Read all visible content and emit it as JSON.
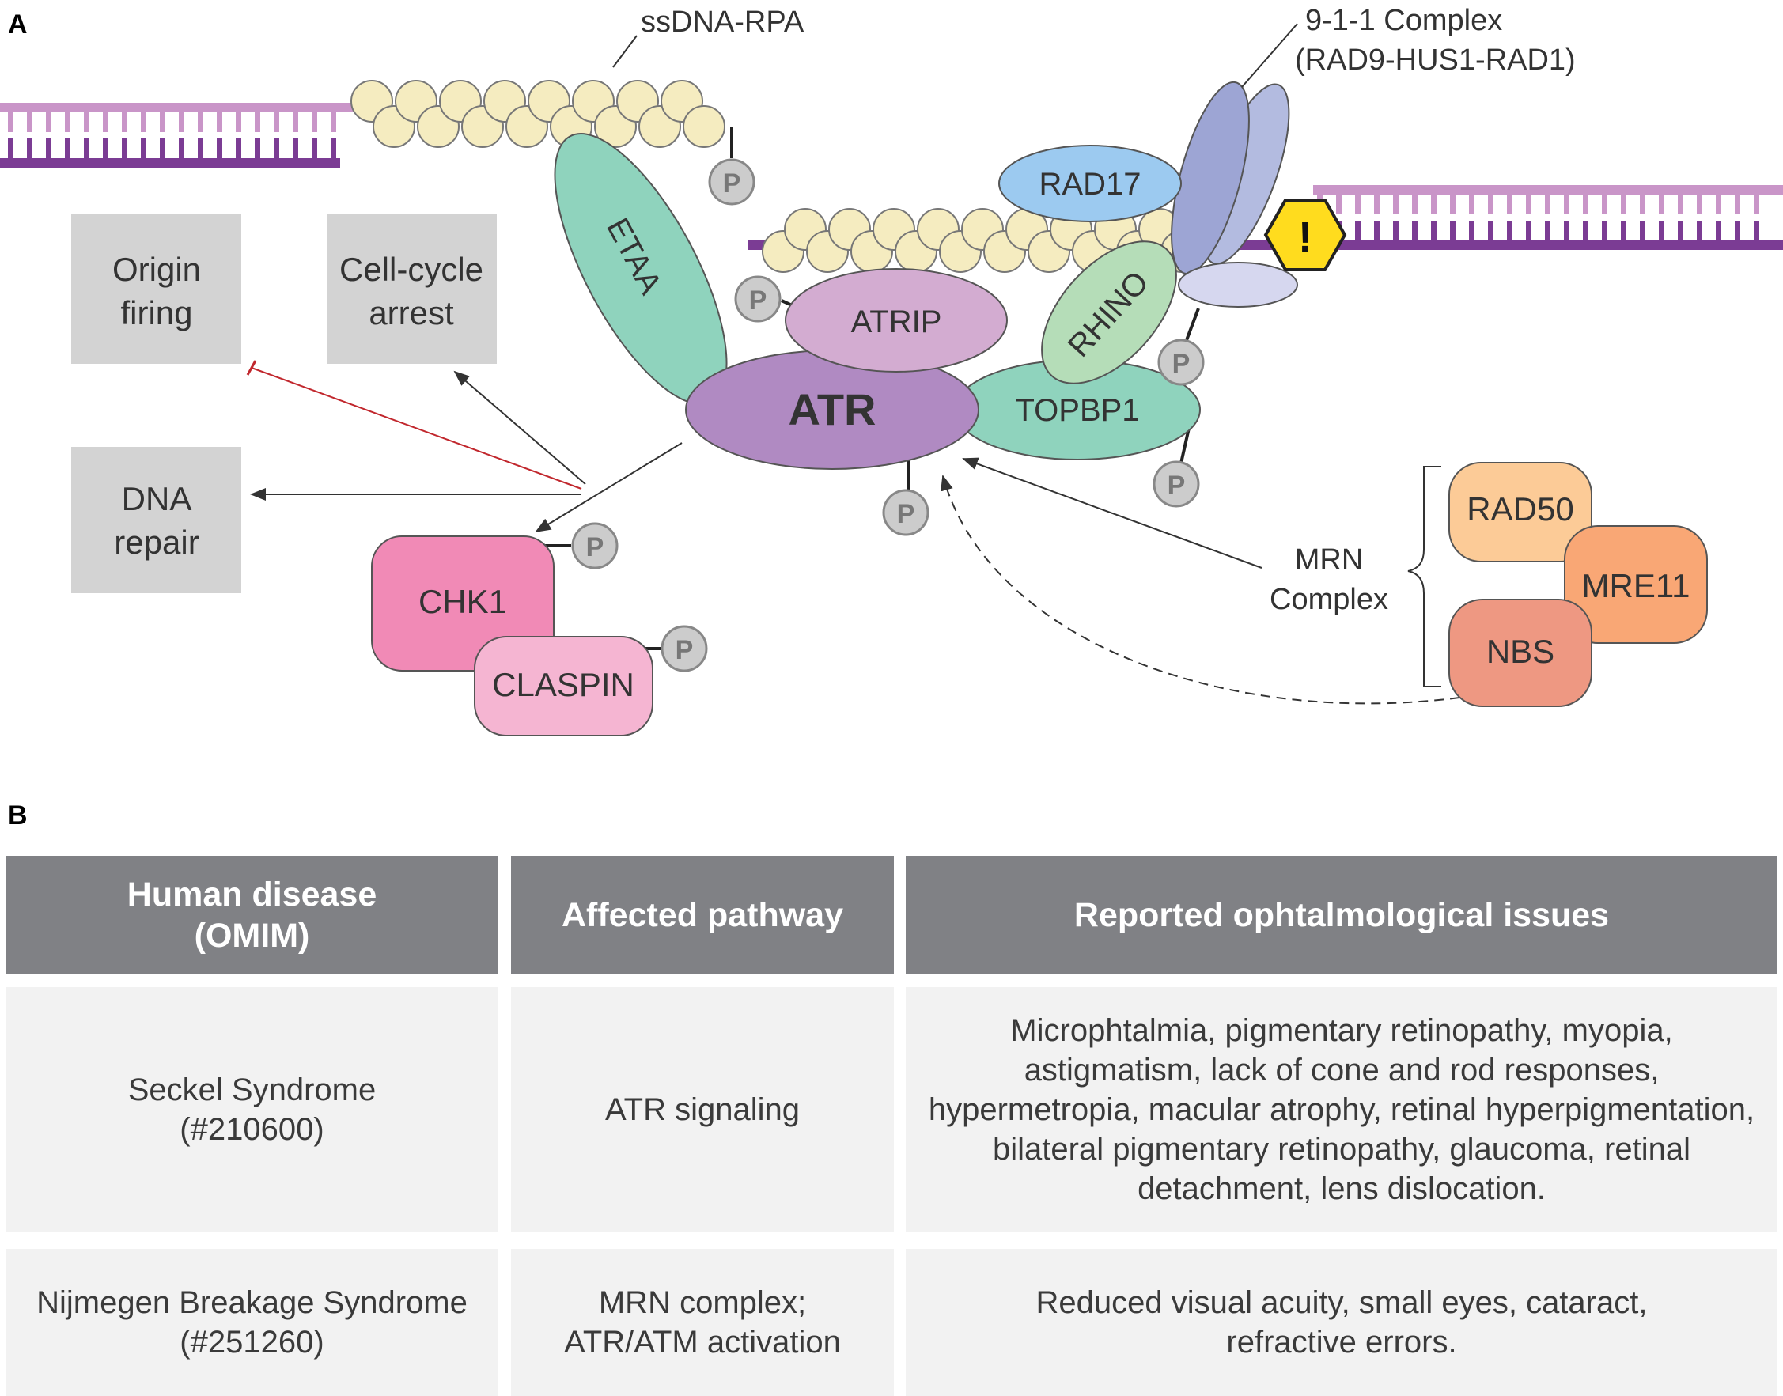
{
  "panel_a": {
    "label": "A",
    "ssdna_rpa": "ssDNA-RPA",
    "complex_911_line1": "9-1-1 Complex",
    "complex_911_line2": "(RAD9-HUS1-RAD1)",
    "origin_firing_1": "Origin",
    "origin_firing_2": "firing",
    "cell_cycle_1": "Cell-cycle",
    "cell_cycle_2": "arrest",
    "dna_repair_1": "DNA",
    "dna_repair_2": "repair",
    "etaa": "ETAA",
    "atrip": "ATRIP",
    "atr": "ATR",
    "rad17": "RAD17",
    "rhino": "RHINO",
    "topbp1": "TOPBP1",
    "chk1": "CHK1",
    "claspin": "CLASPIN",
    "rad50": "RAD50",
    "mre11": "MRE11",
    "nbs": "NBS",
    "mrn_1": "MRN",
    "mrn_2": "Complex",
    "phospho": "P",
    "damage_symbol": "!"
  },
  "panel_b": {
    "label": "B",
    "headers": [
      "Human disease\n(OMIM)",
      "Affected pathway",
      "Reported ophtalmological issues"
    ],
    "rows": [
      [
        "Seckel Syndrome\n(#210600)",
        "ATR signaling",
        "Microphtalmia, pigmentary retinopathy, myopia,\nastigmatism, lack of cone and rod responses,\nhypermetropia, macular atrophy, retinal hyperpigmentation,\nbilateral pigmentary retinopathy, glaucoma, retinal\ndetachment, lens dislocation."
      ],
      [
        "Nijmegen Breakage Syndrome\n(#251260)",
        "MRN complex;\nATR/ATM activation",
        "Reduced visual acuity, small eyes, cataract,\nrefractive errors."
      ]
    ]
  },
  "colors": {
    "dna_light": "#c995c8",
    "dna_dark": "#7b3c94",
    "rpa": "#f5ecc0",
    "etaa": "#8fd3bd",
    "atrip": "#d3acd1",
    "atr": "#b08ac2",
    "rad17": "#9ccaf0",
    "complex_911": "#9da5d4",
    "rhino": "#b5ddb8",
    "topbp1": "#8fd3bd",
    "chk1": "#f18ab6",
    "claspin": "#f5b5d2",
    "rad50": "#fccb97",
    "mre11": "#f9a775",
    "nbs": "#ee9882",
    "phospho": "#cccccc",
    "output_box": "#d3d3d3",
    "inhibit_line": "#c1272d",
    "damage": "#ffdc1e",
    "table_header": "#808185",
    "table_cell": "#f2f2f2"
  }
}
